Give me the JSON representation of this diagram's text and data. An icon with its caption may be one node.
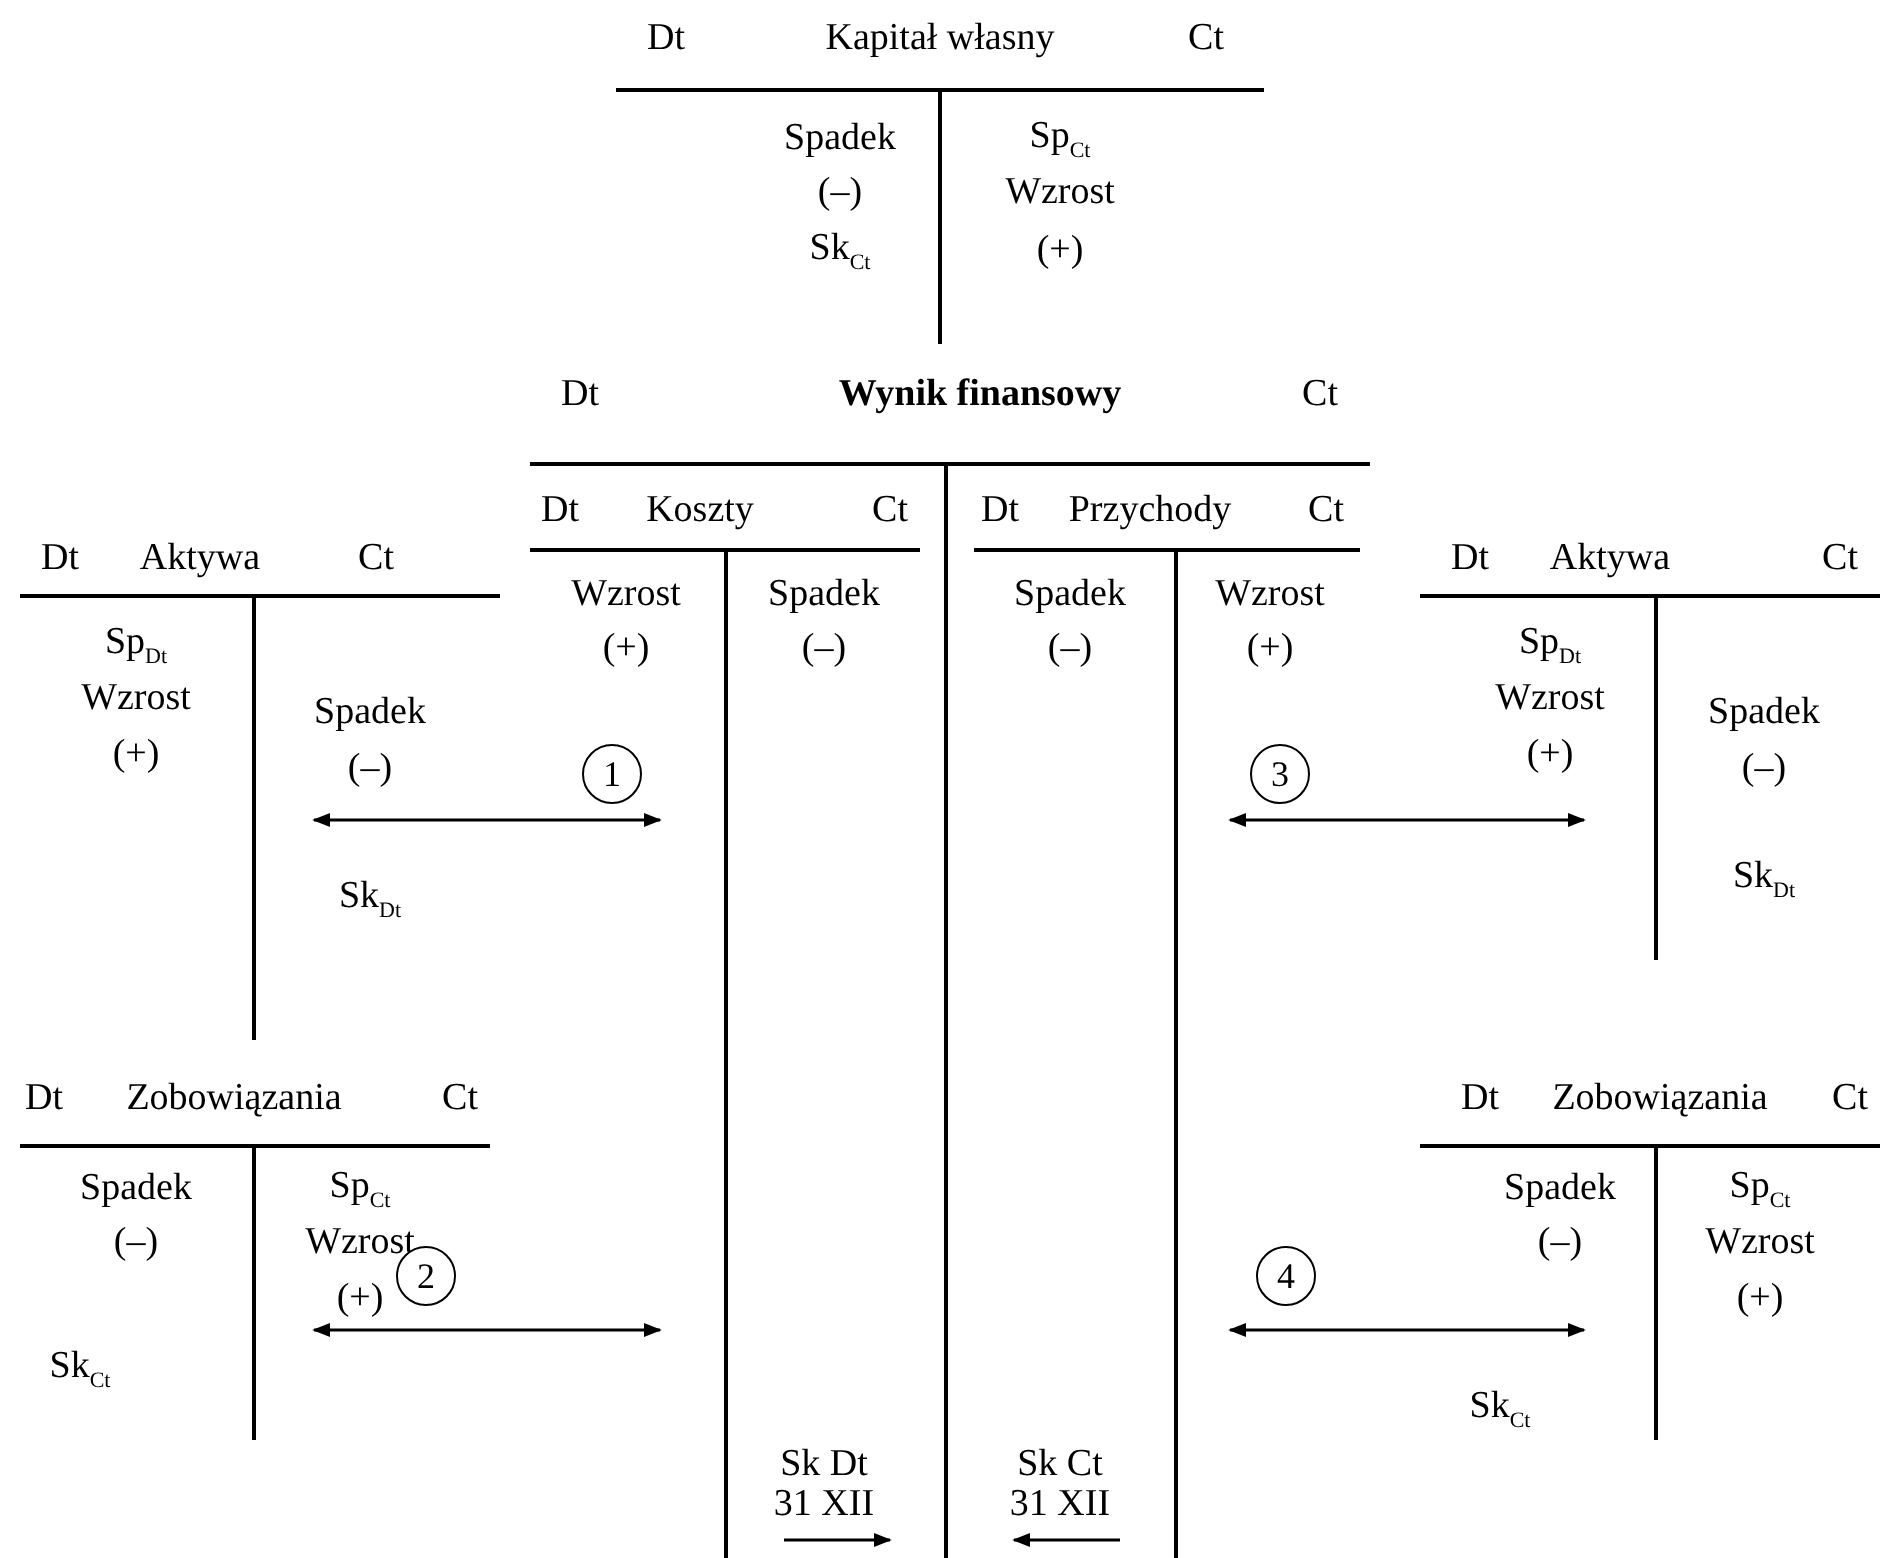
{
  "diagram": {
    "nodes": [
      {
        "text": [
          "Dt",
          "Kapitał własny",
          "Ct",
          "Spadek",
          "(–)",
          "Sk$_{Ct}$",
          "Sp$_{Ct}$",
          "Wzrost",
          "(+)"
        ]
      },
      {
        "text": [
          "Dt",
          "Wynik finansowy",
          "Ct"
        ]
      },
      {
        "text": [
          "Dt",
          "Aktywa",
          "Ct",
          "Sp$_{Dt}$",
          "Wzrost",
          "(+)",
          "Spadek",
          "(–)",
          "Sk$_{Dt}$"
        ]
      },
      {
        "text": [
          "Dt",
          "Koszty",
          "Ct",
          "Wzrost",
          "(+)",
          "Spadek",
          "(–)",
          "Sk Dt",
          "31 XII"
        ],
        "in": 1
      },
      {
        "text": [
          "Dt",
          "Przychody",
          "Ct",
          "Spadek",
          "(–)",
          "Wzrost",
          "(+)",
          "Sk Ct",
          "31 XII"
        ],
        "in": 1
      },
      {
        "text": [
          "Dt",
          "Aktywa",
          "Ct",
          "Sp$_{Dt}$",
          "Wzrost",
          "(+)",
          "Spadek",
          "(–)",
          "Sk$_{Dt}$"
        ]
      },
      {
        "text": [
          "Dt",
          "Zobowiązania",
          "Ct",
          "Spadek",
          "(–)",
          "Sk$_{Ct}$",
          "Sp$_{Ct}$",
          "Wzrost",
          "(+)"
        ]
      },
      {
        "text": [
          "Dt",
          "Zobowiązania",
          "Ct",
          "Spadek",
          "(–)",
          "Sk$_{Ct}$",
          "Sp$_{Ct}$",
          "Wzrost",
          "(+)"
        ]
      }
    ],
    "edges": [
      {
        "from": 2,
        "to": 3,
        "arrow": "both",
        "label": "1"
      },
      {
        "from": 4,
        "to": 5,
        "arrow": "both",
        "label": "3"
      },
      {
        "from": 6,
        "to": 3,
        "arrow": "both",
        "label": "2"
      },
      {
        "from": 4,
        "to": 7,
        "arrow": "both",
        "label": "4"
      }
    ]
  }
}
